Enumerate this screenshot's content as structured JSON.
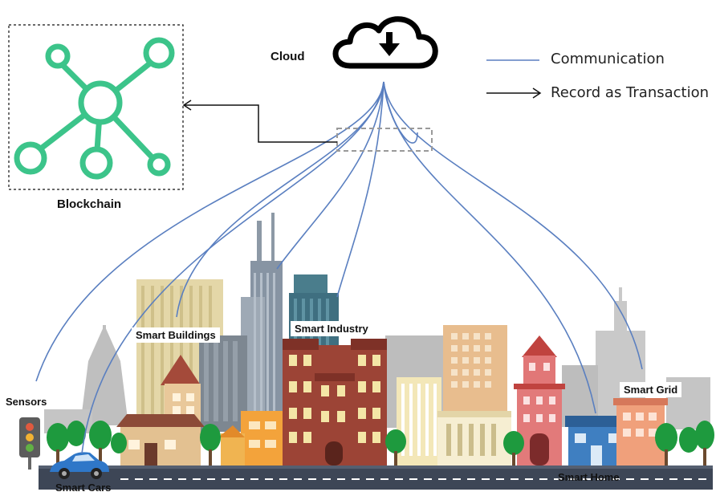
{
  "labels": {
    "cloud": "Cloud",
    "blockchain": "Blockchain",
    "sensors": "Sensors",
    "smart_buildings": "Smart Buildings",
    "smart_industry": "Smart Industry",
    "smart_grid": "Smart Grid",
    "smart_cars": "Smart Cars",
    "smart_home": "Smart Home"
  },
  "legend": {
    "communication": "Communication",
    "record_as_transaction": "Record as Transaction"
  },
  "colors": {
    "communication_line": "#5a7fc0",
    "blockchain_green": "#3cc48a",
    "arrow": "#111111",
    "cloud": "#000000",
    "road": "#3d4656"
  }
}
